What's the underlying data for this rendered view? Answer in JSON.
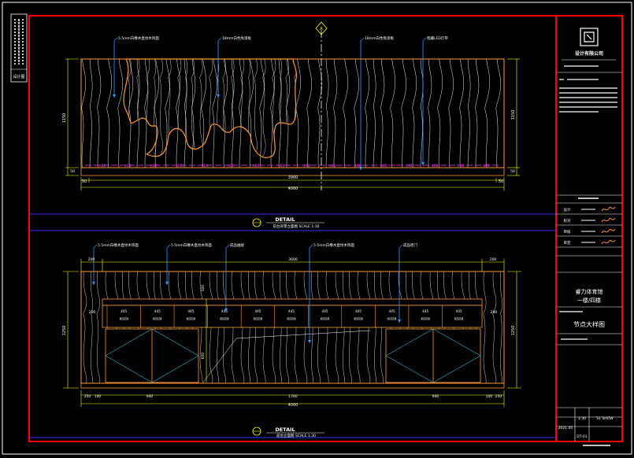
{
  "drawing": {
    "callouts_top": [
      "5.5mm白橡木直纹木饰面",
      "18mm白色免漆板",
      "18mm白色免漆板",
      "暗藏LED灯带"
    ],
    "callouts_bottom": [
      "5.5mm白橡木直纹木饰面",
      "5.5mm白橡木直纹木饰面",
      "成品抽屉",
      "5.5mm白橡木直纹木饰面",
      "成品柜门"
    ],
    "led_label": "LED",
    "led_count": 16,
    "top_dims": {
      "left_edge": "50",
      "right_edge": "50",
      "inner_width": "3900",
      "total_width": "4000",
      "left_height": "1150",
      "right_height": "1150",
      "left_small": "50",
      "right_small": "50"
    },
    "bottom_dims": {
      "top_left": "200",
      "top_mid": "3600",
      "top_right": "200",
      "drawers": [
        "445",
        "445",
        "445",
        "445",
        "445",
        "445",
        "445",
        "445",
        "445",
        "445",
        "445"
      ],
      "side_small_left": "200",
      "side_small_right": "200",
      "row_left": [
        "250",
        "100",
        "940"
      ],
      "row_mid": "1760",
      "row_right": [
        "940",
        "100",
        "250"
      ],
      "total_width": "4000",
      "left_height": "1250",
      "right_height": "1250",
      "inner_a": "500",
      "inner_b": "650"
    },
    "detail_label": "DETAIL",
    "detail_sub_1": "前台背景立面图   SCALE 1:30",
    "detail_sub_2": "前台立面图   SCALE 1:30",
    "axis_marker": "A",
    "left_strip_text": "设计图"
  },
  "title_block": {
    "company": "设计有限公司",
    "project_name": "睿力体育馆\n一楼/四楼",
    "project_line1": "睿力体育馆",
    "project_line2": "一楼/四楼",
    "drawing_title": "节点大样图",
    "sign_rows": [
      "设计",
      "校对",
      "审核",
      "审定"
    ],
    "scale_label": "1:30",
    "sheet_no": "DT-01",
    "date": "2021.05",
    "rev": "S1  SHOW"
  },
  "colors": {
    "frame": "#ff0000",
    "dim": "#ffff00",
    "wood": "#ff9933",
    "callout": "#3399ff",
    "led": "#ff33ff",
    "axis": "#3333ff"
  }
}
